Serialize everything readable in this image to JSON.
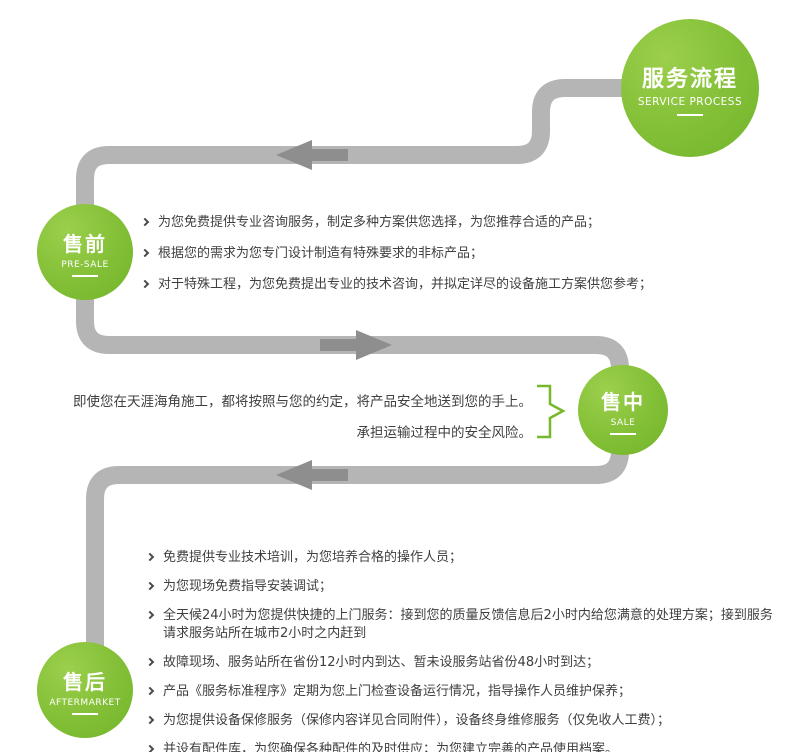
{
  "badge": {
    "title": "服务流程",
    "subtitle": "SERVICE PROCESS"
  },
  "pre_sale": {
    "title": "售前",
    "subtitle": "PRE-SALE",
    "items": [
      "为您免费提供专业咨询服务，制定多种方案供您选择，为您推荐合适的产品；",
      "根据您的需求为您专门设计制造有特殊要求的非标产品；",
      "对于特殊工程，为您免费提出专业的技术咨询，并拟定详尽的设备施工方案供您参考；"
    ]
  },
  "sale": {
    "title": "售中",
    "subtitle": "SALE",
    "lines": [
      "即使您在天涯海角施工，都将按照与您的约定，将产品安全地送到您的手上。",
      "承担运输过程中的安全风险。"
    ]
  },
  "after_sale": {
    "title": "售后",
    "subtitle": "AFTERMARKET",
    "items": [
      "免费提供专业技术培训，为您培养合格的操作人员；",
      "为您现场免费指导安装调试；",
      "全天候24小时为您提供快捷的上门服务：接到您的质量反馈信息后2小时内给您满意的处理方案；接到服务请求服务站所在城市2小时之内赶到",
      "故障现场、服务站所在省份12小时内到达、暂未设服务站省份48小时到达；",
      "产品《服务标准程序》定期为您上门检查设备运行情况，指导操作人员维护保养；",
      "为您提供设备保修服务（保修内容详见合同附件），设备终身维修服务（仅免收人工费）；",
      "并设有配件库，为您确保各种配件的及时供应；为您建立完善的产品使用档案。"
    ]
  },
  "colors": {
    "green": "#8dc63f",
    "green_dark": "#72b52a",
    "path_gray": "#b5b5b5",
    "arrow_gray": "#8e8e8e",
    "text": "#3f3f3f"
  }
}
